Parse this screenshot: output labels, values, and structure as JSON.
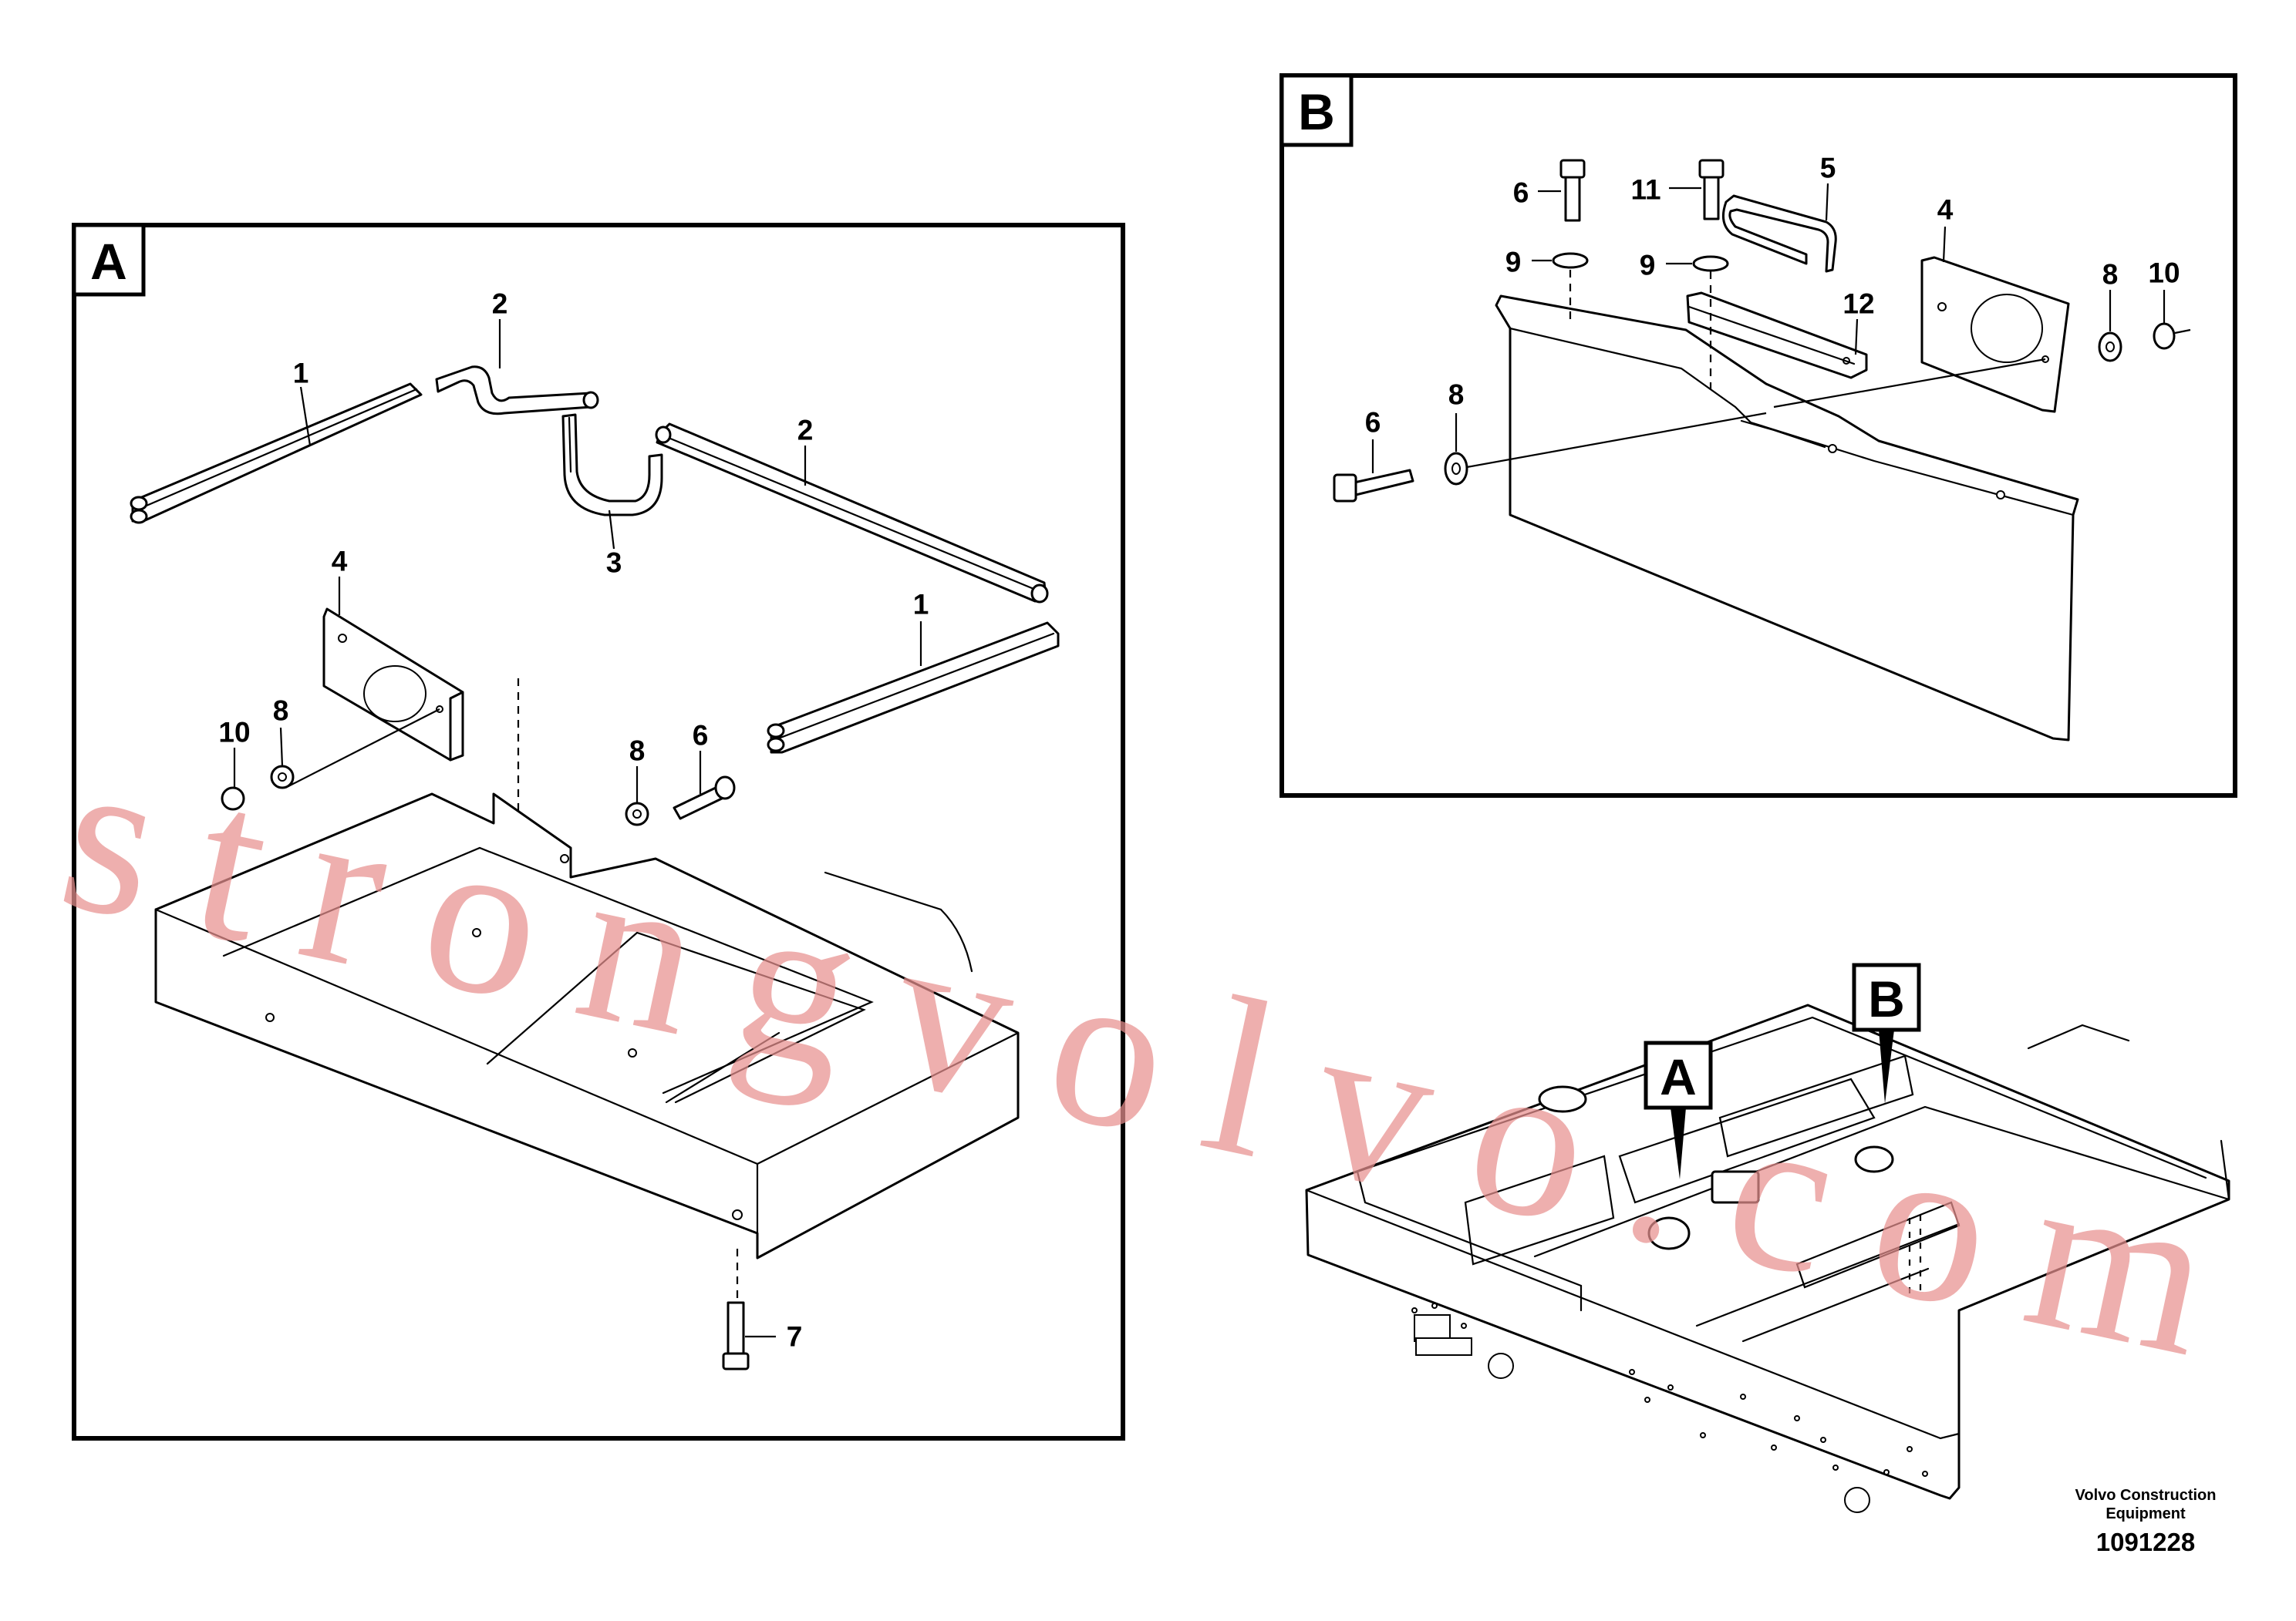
{
  "detail_a": {
    "tag": "A",
    "callouts": [
      "1",
      "2",
      "1",
      "2",
      "3",
      "4",
      "10",
      "8",
      "8",
      "6",
      "7"
    ]
  },
  "detail_b": {
    "tag": "B",
    "callouts": [
      "6",
      "9",
      "11",
      "9",
      "5",
      "4",
      "8",
      "10",
      "12",
      "6",
      "8"
    ]
  },
  "overview": {
    "markers": [
      "A",
      "B"
    ]
  },
  "credit": {
    "line1": "Volvo Construction",
    "line2": "Equipment",
    "doc_number": "1091228"
  },
  "watermark": "strongvolvo.com"
}
